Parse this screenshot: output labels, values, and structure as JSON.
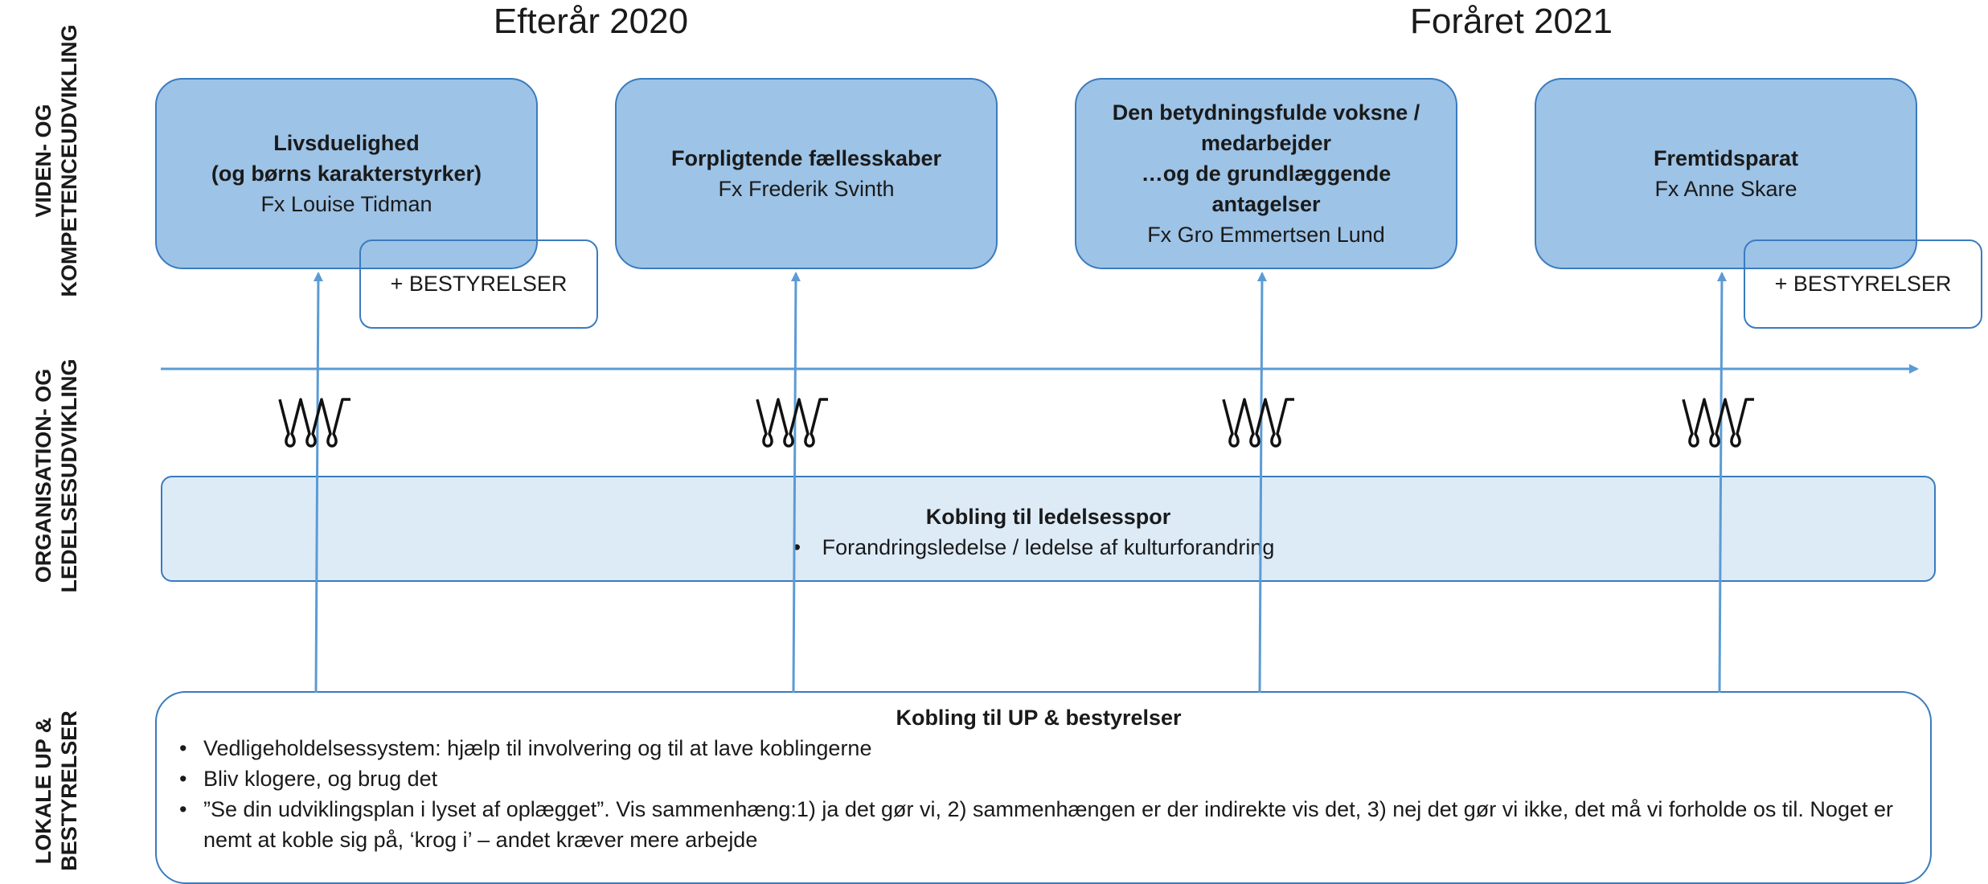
{
  "row_labels": [
    "VIDEN- OG\nKOMPETENCEUDVIKLING",
    "ORGANISATION- OG\nLEDELSESUDVIKLING",
    "LOKALE UP &\nBESTYRELSER"
  ],
  "seasons": [
    "Efterår 2020",
    "Foråret 2021"
  ],
  "top_boxes": [
    {
      "title": "Livsduelighed\n(og børns karakterstyrker)",
      "speaker": "Fx Louise Tidman"
    },
    {
      "title": "Forpligtende fællesskaber",
      "speaker": "Fx Frederik Svinth"
    },
    {
      "title": "Den betydningsfulde voksne /\nmedarbejder\n…og de grundlæggende\nantagelser",
      "speaker": "Fx Gro Emmertsen Lund"
    },
    {
      "title": "Fremtidsparat",
      "speaker": "Fx Anne Skare"
    }
  ],
  "bestyrelser_label": "+ BESTYRELSER",
  "mid_box": {
    "title": "Kobling til ledelsesspor",
    "bullet": "Forandringsledelse / ledelse af kulturforandring"
  },
  "bottom_box": {
    "title": "Kobling til UP & bestyrelser",
    "bullets": [
      "Vedligeholdelsessystem: hjælp til involvering og til at lave koblingerne",
      "Bliv klogere, og brug det",
      "”Se din udviklingsplan i lyset af oplægget”. Vis sammenhæng:1) ja det gør vi, 2) sammenhængen er der indirekte vis det, 3) nej det gør vi ikke, det må vi forholde os til. Noget er nemt at koble sig på, ‘krog i’ – andet kræver mere arbejde"
    ]
  },
  "colors": {
    "box_fill": "#9dc3e6",
    "box_border": "#3a7bbf",
    "mid_fill": "#ddebf7",
    "line": "#5b9bd5"
  }
}
